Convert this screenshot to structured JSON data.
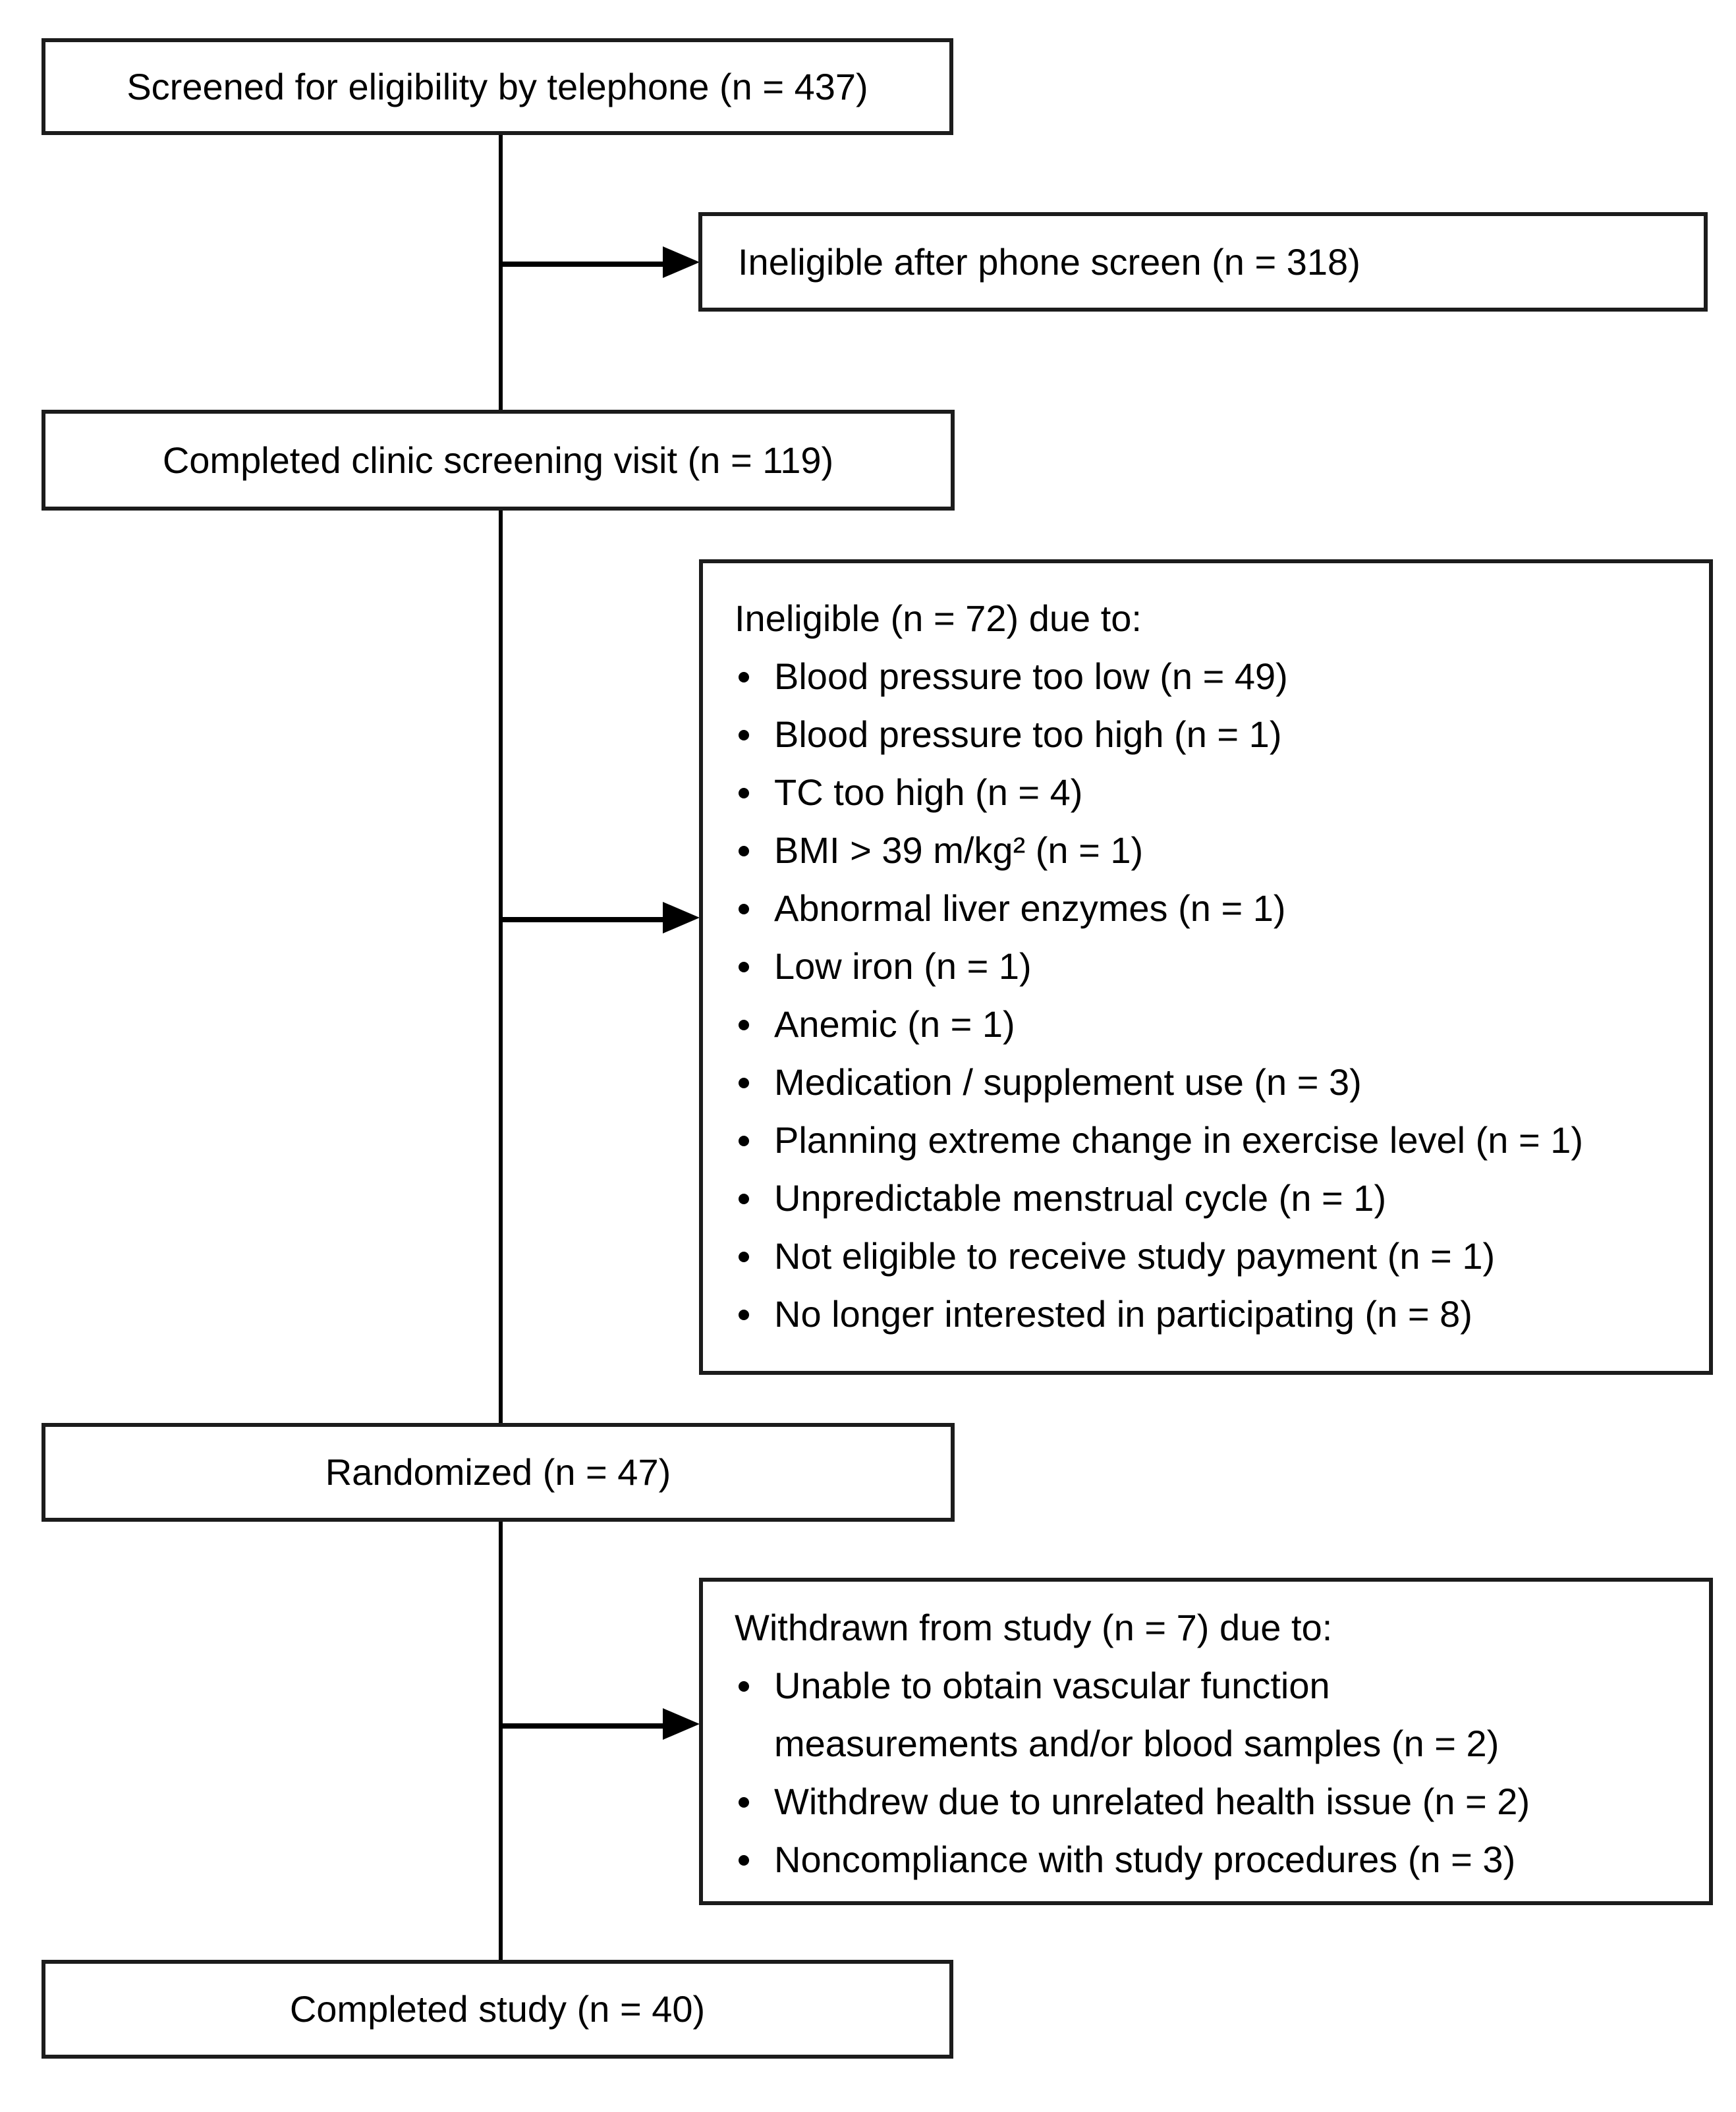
{
  "colors": {
    "background": "#ffffff",
    "box_border": "#1c1c1c",
    "connector": "#000000",
    "text": "#000000"
  },
  "flow": {
    "screened": {
      "label": "Screened for eligibility by telephone (n = 437)"
    },
    "ineligible_phone": {
      "label": "Ineligible after phone screen (n = 318)"
    },
    "clinic": {
      "label": "Completed clinic screening visit (n = 119)"
    },
    "ineligible_clinic": {
      "header": "Ineligible (n = 72) due to:",
      "reasons": [
        "Blood pressure too low (n = 49)",
        "Blood pressure too high (n = 1)",
        "TC too high (n = 4)",
        "BMI > 39 m/kg² (n = 1)",
        "Abnormal liver enzymes (n = 1)",
        "Low iron (n = 1)",
        "Anemic (n = 1)",
        "Medication / supplement use (n = 3)",
        "Planning extreme change in exercise level (n = 1)",
        "Unpredictable menstrual cycle (n = 1)",
        "Not eligible to receive study payment (n = 1)",
        "No longer interested in participating (n = 8)"
      ]
    },
    "randomized": {
      "label": "Randomized (n = 47)"
    },
    "withdrawn": {
      "header": "Withdrawn from study (n = 7) due to:",
      "reasons": [
        "Unable to obtain vascular function\nmeasurements and/or blood samples (n = 2)",
        "Withdrew due to unrelated health issue (n = 2)",
        "Noncompliance with study procedures (n = 3)"
      ]
    },
    "completed": {
      "label": "Completed study (n = 40)"
    }
  }
}
